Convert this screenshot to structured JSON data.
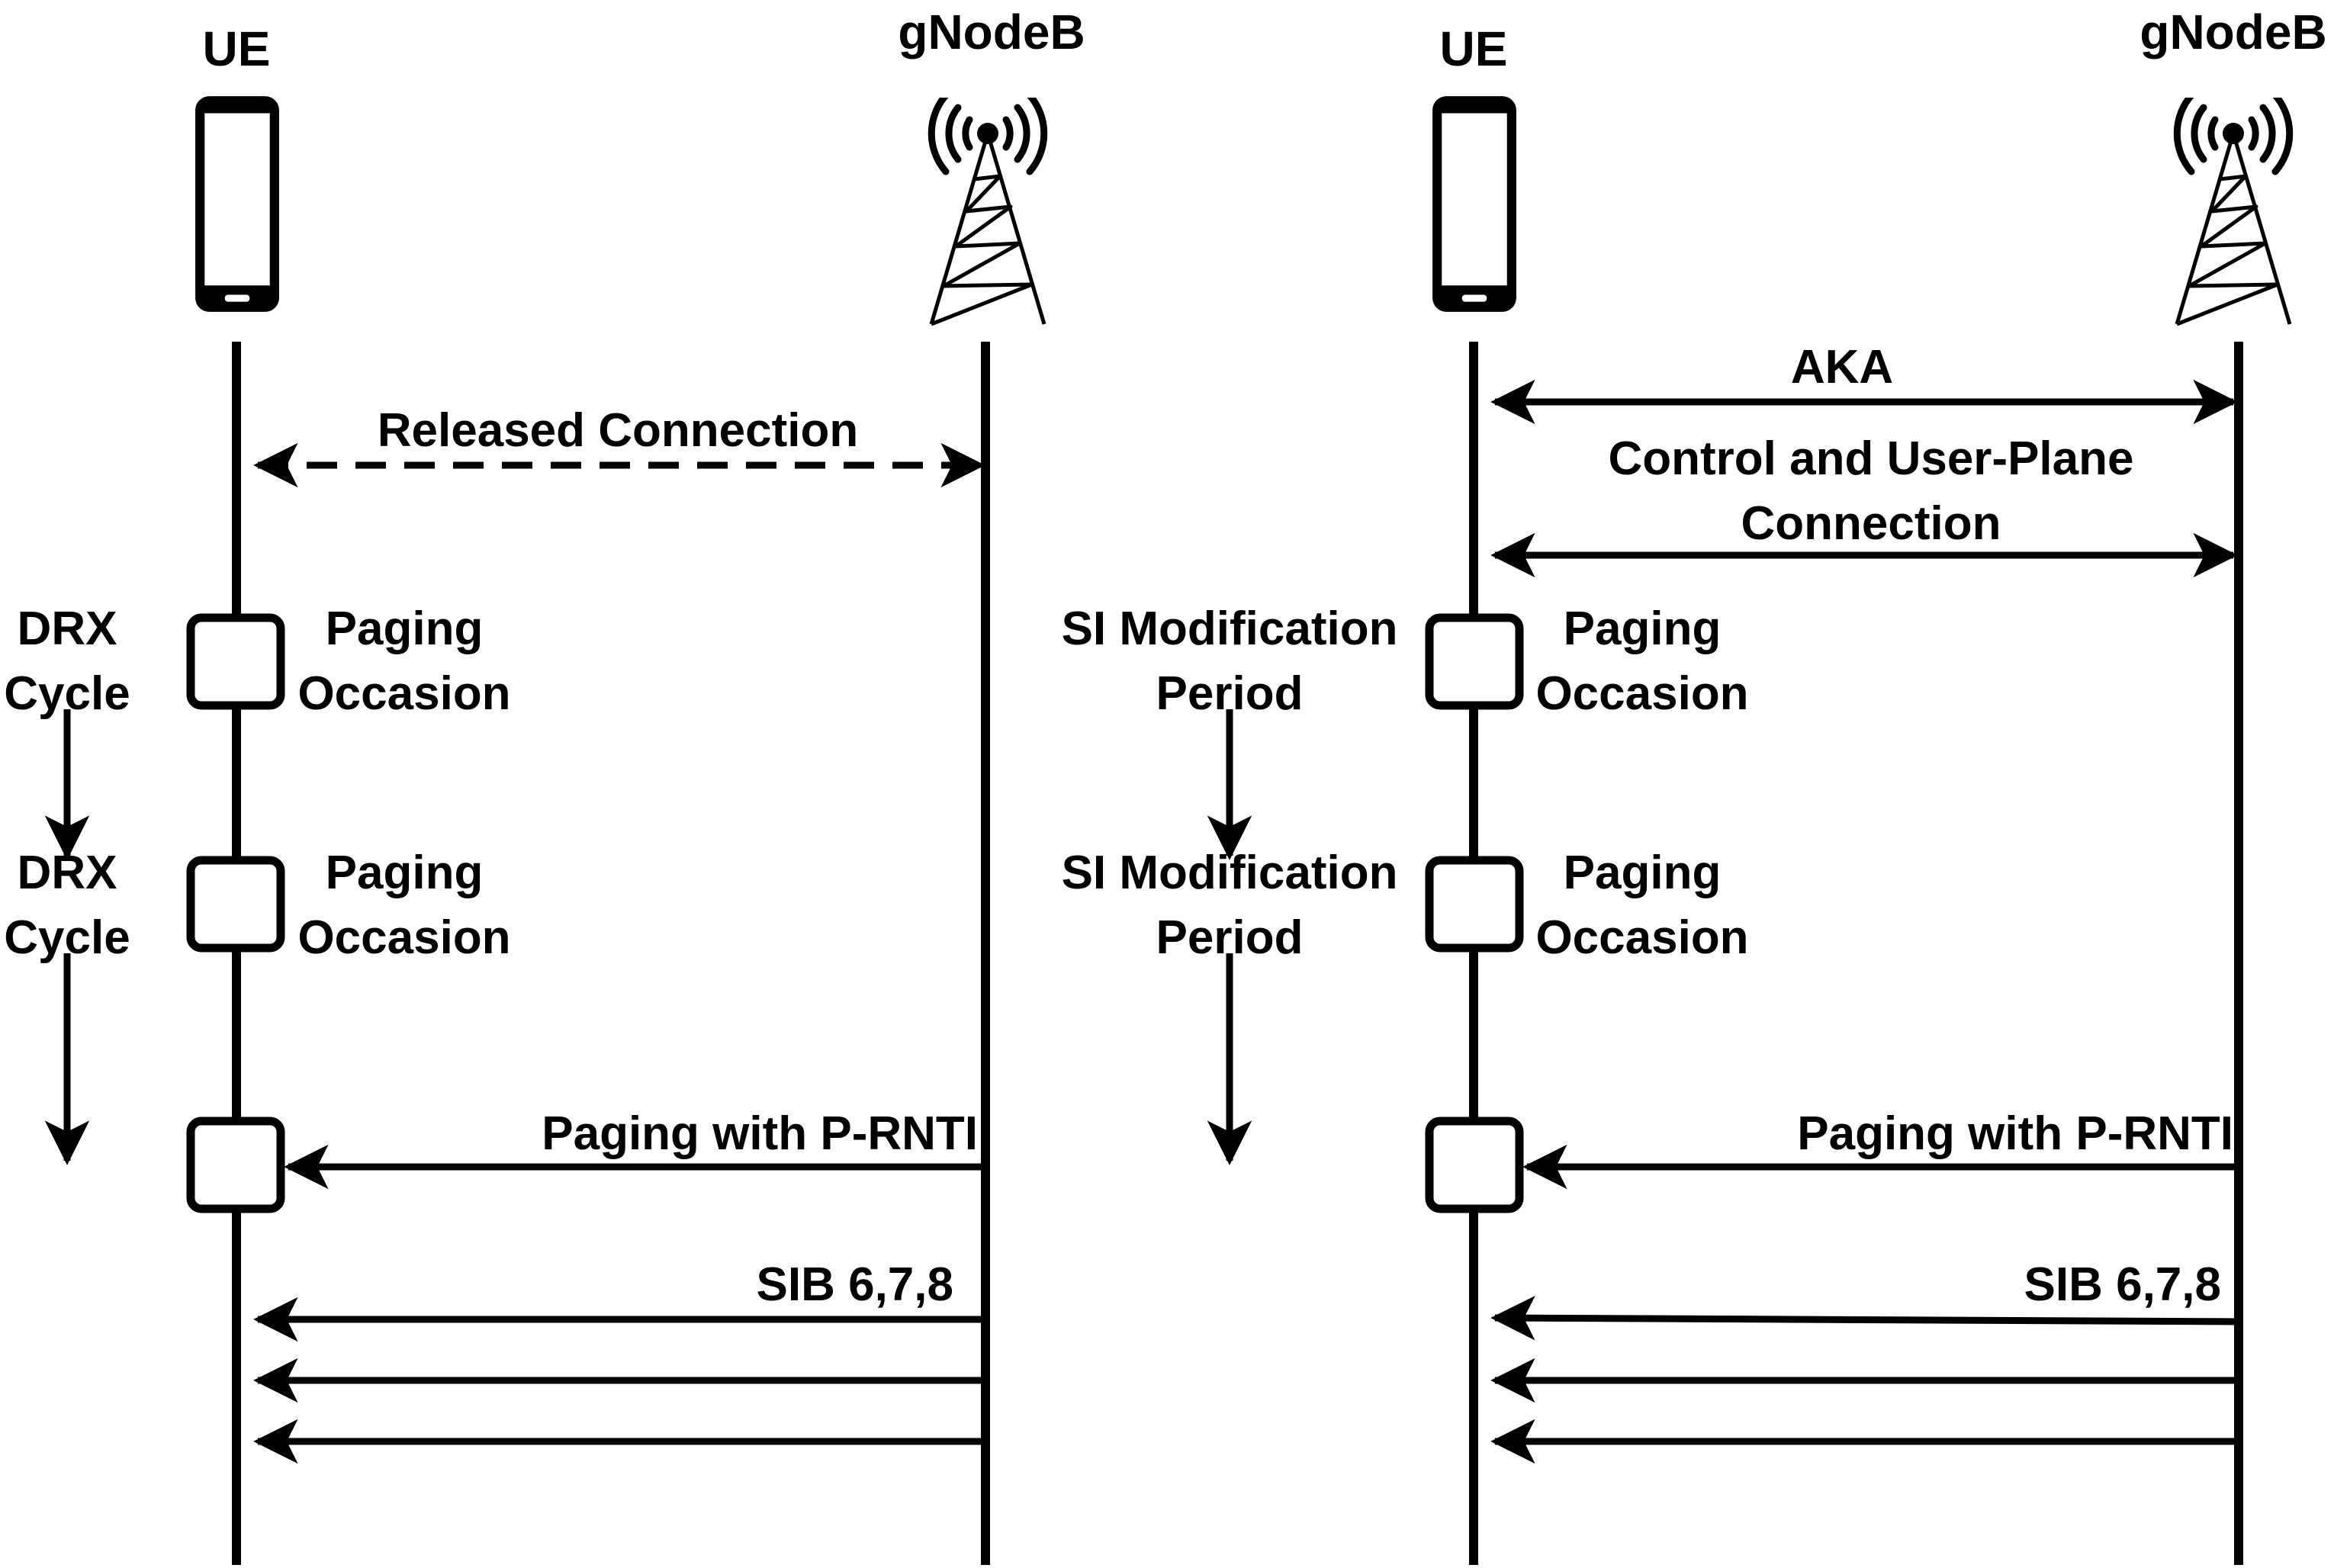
{
  "panels": [
    {
      "ue": {
        "label": "UE"
      },
      "gnb": {
        "label": "gNodeB"
      },
      "connection": {
        "label": "Released Connection"
      },
      "periodicity": {
        "line1": "DRX",
        "line2": "Cycle"
      },
      "occasions": [
        {
          "line1": "Paging",
          "line2": "Occasion"
        },
        {
          "line1": "Paging",
          "line2": "Occasion"
        }
      ],
      "paging_message": "Paging with P-RNTI",
      "sib_message": "SIB 6,7,8"
    },
    {
      "ue": {
        "label": "UE"
      },
      "gnb": {
        "label": "gNodeB"
      },
      "aka": {
        "label": "AKA"
      },
      "connection": {
        "line1": "Control and User-Plane",
        "line2": "Connection"
      },
      "periodicity": {
        "line1": "SI Modification",
        "line2": "Period"
      },
      "occasions": [
        {
          "line1": "Paging",
          "line2": "Occasion"
        },
        {
          "line1": "Paging",
          "line2": "Occasion"
        }
      ],
      "paging_message": "Paging with P-RNTI",
      "sib_message": "SIB 6,7,8"
    }
  ],
  "colors": {
    "stroke": "#000000",
    "background": "#ffffff"
  },
  "icons": [
    "smartphone-icon",
    "cell-tower-icon"
  ]
}
